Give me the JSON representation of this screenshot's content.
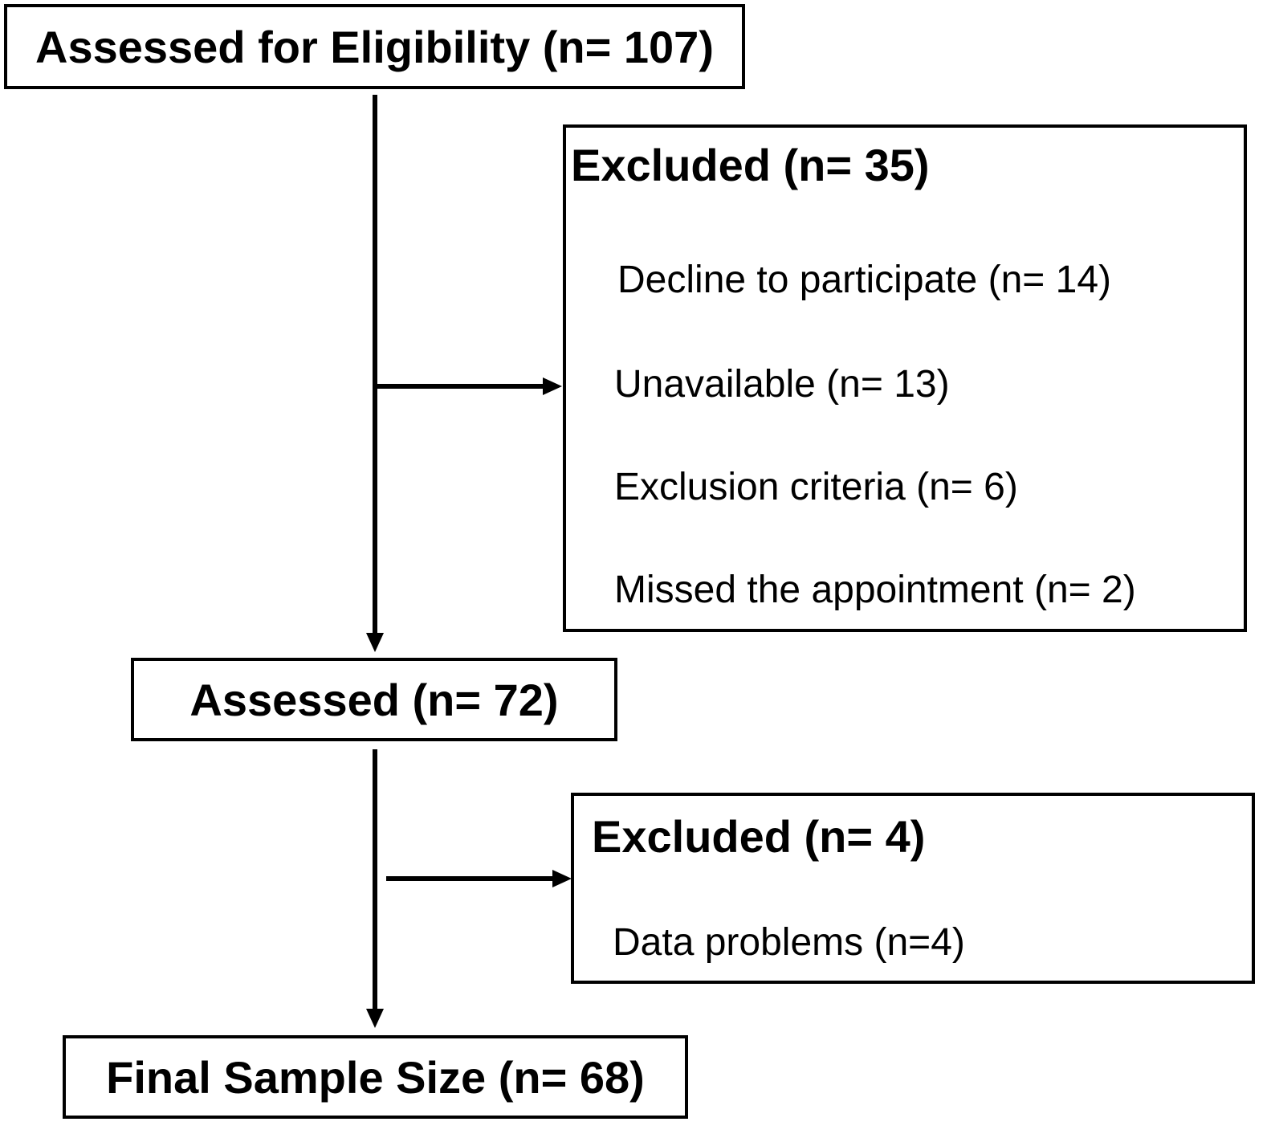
{
  "eligibility": {
    "label": "Assessed for Eligibility (n= 107)"
  },
  "excluded_first": {
    "title": "Excluded (n= 35)",
    "reasons": [
      "Decline to participate (n= 14)",
      "Unavailable (n= 13)",
      "Exclusion criteria (n= 6)",
      "Missed the appointment (n= 2)"
    ]
  },
  "assessed": {
    "label": "Assessed (n= 72)"
  },
  "excluded_second": {
    "title": "Excluded (n= 4)",
    "reasons": [
      "Data problems (n=4)"
    ]
  },
  "final": {
    "label": "Final Sample Size (n= 68)"
  },
  "colors": {
    "line": "#000000",
    "box_border": "#000000",
    "background": "#ffffff"
  }
}
